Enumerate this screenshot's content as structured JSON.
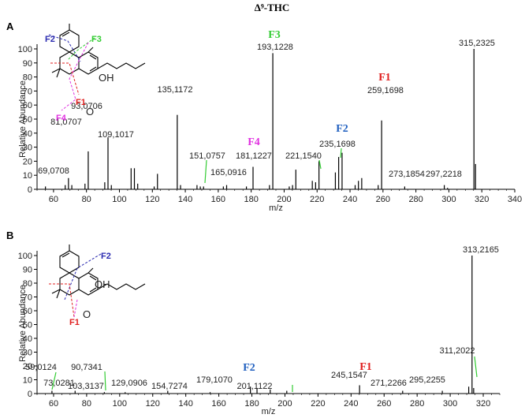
{
  "title": "Δ⁹-THC",
  "chart_data": [
    {
      "type": "bar",
      "panel": "A",
      "xlabel": "m/z",
      "ylabel": "Relative Abundance",
      "xlim": [
        50,
        340
      ],
      "ylim": [
        0,
        105
      ],
      "xticks": [
        60,
        80,
        100,
        120,
        140,
        160,
        180,
        200,
        220,
        240,
        260,
        280,
        300,
        320,
        340
      ],
      "yticks": [
        0,
        10,
        20,
        30,
        40,
        50,
        60,
        70,
        80,
        90,
        100
      ],
      "peaks": [
        {
          "mz": 315.2325,
          "abundance": 100,
          "label": "315,2325"
        },
        {
          "mz": 193.1228,
          "abundance": 97,
          "label": "193,1228"
        },
        {
          "mz": 259.1698,
          "abundance": 49,
          "label": "259,1698"
        },
        {
          "mz": 135.1172,
          "abundance": 53,
          "label": "135,1172"
        },
        {
          "mz": 93.0706,
          "abundance": 37,
          "label": "93,0706"
        },
        {
          "mz": 81.0707,
          "abundance": 27,
          "label": "81,0707"
        },
        {
          "mz": 109.1017,
          "abundance": 15,
          "label": "109,1017"
        },
        {
          "mz": 69.0708,
          "abundance": 8,
          "label": "69,0708"
        },
        {
          "mz": 151.0757,
          "abundance": 2,
          "label": "151,0757"
        },
        {
          "mz": 165.0916,
          "abundance": 3,
          "label": "165,0916"
        },
        {
          "mz": 181.1227,
          "abundance": 16,
          "label": "181,1227"
        },
        {
          "mz": 221.154,
          "abundance": 20,
          "label": "221,1540"
        },
        {
          "mz": 235.1698,
          "abundance": 26,
          "label": "235,1698"
        },
        {
          "mz": 273.1854,
          "abundance": 2,
          "label": "273,1854"
        },
        {
          "mz": 297.2218,
          "abundance": 3,
          "label": "297,2218"
        },
        {
          "mz": 207.1,
          "abundance": 14
        },
        {
          "mz": 233.1,
          "abundance": 23
        },
        {
          "mz": 231.1,
          "abundance": 12
        },
        {
          "mz": 217.1,
          "abundance": 6
        },
        {
          "mz": 219.1,
          "abundance": 5
        },
        {
          "mz": 245.1,
          "abundance": 6
        },
        {
          "mz": 247.1,
          "abundance": 8
        },
        {
          "mz": 243.1,
          "abundance": 3
        },
        {
          "mz": 123.1,
          "abundance": 11
        },
        {
          "mz": 107.1,
          "abundance": 15
        },
        {
          "mz": 111.1,
          "abundance": 4
        },
        {
          "mz": 95.1,
          "abundance": 3
        },
        {
          "mz": 91.1,
          "abundance": 5
        },
        {
          "mz": 79.1,
          "abundance": 4
        },
        {
          "mz": 67.1,
          "abundance": 3
        },
        {
          "mz": 71.1,
          "abundance": 3
        },
        {
          "mz": 55.1,
          "abundance": 2
        },
        {
          "mz": 121.1,
          "abundance": 2
        },
        {
          "mz": 137.1,
          "abundance": 3
        },
        {
          "mz": 147.1,
          "abundance": 3
        },
        {
          "mz": 149.1,
          "abundance": 2
        },
        {
          "mz": 163.1,
          "abundance": 2
        },
        {
          "mz": 177.1,
          "abundance": 2
        },
        {
          "mz": 191.1,
          "abundance": 3
        },
        {
          "mz": 203.1,
          "abundance": 2
        },
        {
          "mz": 205.1,
          "abundance": 3
        },
        {
          "mz": 257.1,
          "abundance": 3
        },
        {
          "mz": 299.2,
          "abundance": 1
        },
        {
          "mz": 316.2,
          "abundance": 18
        }
      ],
      "fragments": [
        {
          "name": "F3",
          "peak": "193,1228",
          "color": "#33cc33"
        },
        {
          "name": "F1",
          "peak": "259,1698",
          "color": "#e02020"
        },
        {
          "name": "F2",
          "peak": "235,1698",
          "color": "#1f5fbf"
        },
        {
          "name": "F4",
          "peak": "181,1227",
          "color": "#e030e0"
        }
      ],
      "structure_labels": [
        {
          "name": "F2",
          "color": "#2a2ab0"
        },
        {
          "name": "F3",
          "color": "#33cc33"
        },
        {
          "name": "OH",
          "color": "#000000"
        },
        {
          "name": "O",
          "color": "#000000"
        },
        {
          "name": "F1",
          "color": "#e02020"
        },
        {
          "name": "F4",
          "color": "#e030e0"
        }
      ]
    },
    {
      "type": "bar",
      "panel": "B",
      "xlabel": "m/z",
      "ylabel": "Relative Abundance",
      "xlim": [
        50,
        330
      ],
      "ylim": [
        0,
        105
      ],
      "xticks": [
        60,
        80,
        100,
        120,
        140,
        160,
        180,
        200,
        220,
        240,
        260,
        280,
        300,
        320
      ],
      "yticks": [
        0,
        10,
        20,
        30,
        40,
        50,
        60,
        70,
        80,
        90,
        100
      ],
      "peaks": [
        {
          "mz": 313.2165,
          "abundance": 100,
          "label": "313,2165"
        },
        {
          "mz": 311.2022,
          "abundance": 5,
          "label": "311,2022"
        },
        {
          "mz": 59.0124,
          "abundance": 2,
          "label": "59,0124"
        },
        {
          "mz": 73.0281,
          "abundance": 2,
          "label": "73,0281"
        },
        {
          "mz": 90.7341,
          "abundance": 1,
          "label": "90,7341"
        },
        {
          "mz": 103.3137,
          "abundance": 1,
          "label": "103,3137"
        },
        {
          "mz": 129.0906,
          "abundance": 2,
          "label": "129,0906"
        },
        {
          "mz": 154.7274,
          "abundance": 1,
          "label": "154,7274"
        },
        {
          "mz": 179.107,
          "abundance": 5,
          "label": "179,1070"
        },
        {
          "mz": 201.1122,
          "abundance": 2,
          "label": "201,1122"
        },
        {
          "mz": 245.1547,
          "abundance": 6,
          "label": "245,1547"
        },
        {
          "mz": 271.2266,
          "abundance": 2,
          "label": "271,2266"
        },
        {
          "mz": 295.2255,
          "abundance": 2,
          "label": "295,2255"
        },
        {
          "mz": 183.1,
          "abundance": 4
        },
        {
          "mz": 191.1,
          "abundance": 3
        },
        {
          "mz": 314.2,
          "abundance": 4
        }
      ],
      "fragments": [
        {
          "name": "F2",
          "peak": "179,1070",
          "color": "#1f5fbf"
        },
        {
          "name": "F1",
          "peak": "245,1547",
          "color": "#e02020"
        }
      ],
      "structure_labels": [
        {
          "name": "F2",
          "color": "#2a2ab0"
        },
        {
          "name": "OH",
          "color": "#000000"
        },
        {
          "name": "O",
          "color": "#000000"
        },
        {
          "name": "F1",
          "color": "#e02020"
        }
      ]
    }
  ]
}
